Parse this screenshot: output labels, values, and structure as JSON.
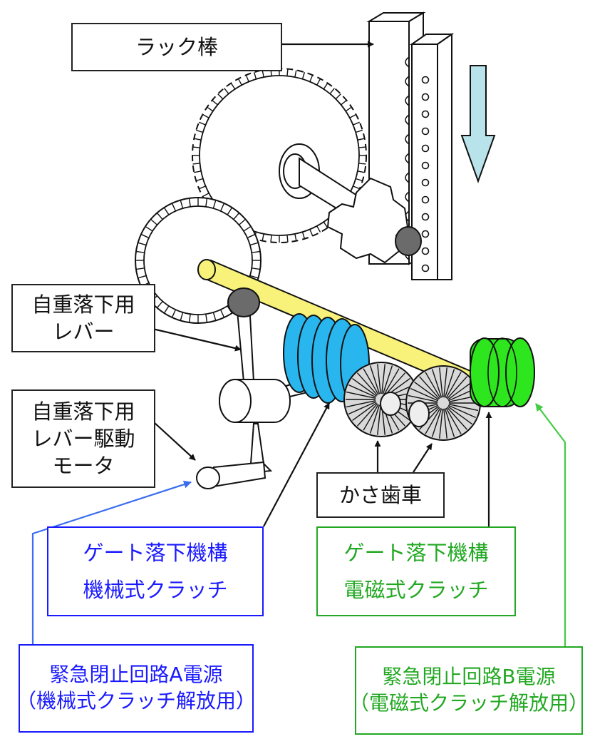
{
  "labels": {
    "rack_bar": "ラック棒",
    "gravity_lever": [
      "自重落下用",
      "レバー"
    ],
    "lever_motor": [
      "自重落下用",
      "レバー駆動",
      "モータ"
    ],
    "bevel_gear": "かさ歯車",
    "mech_clutch": [
      "ゲート落下機構",
      "機械式クラッチ"
    ],
    "elec_clutch": [
      "ゲート落下機構",
      "電磁式クラッチ"
    ],
    "power_a": [
      "緊急閉止回路A電源",
      "（機械式クラッチ解放用）"
    ],
    "power_b": [
      "緊急閉止回路B電源",
      "（電磁式クラッチ解放用）"
    ]
  },
  "colors": {
    "black": "#222222",
    "blue": "#1a1aff",
    "green": "#22a822",
    "mech_clutch_fill": "#29b6ee",
    "elec_clutch_fill": "#2ee61e",
    "shaft_fill": "#f8f27a",
    "bevel_fill": "#d9d9d9",
    "down_arrow_fill": "#b9e3ea"
  }
}
